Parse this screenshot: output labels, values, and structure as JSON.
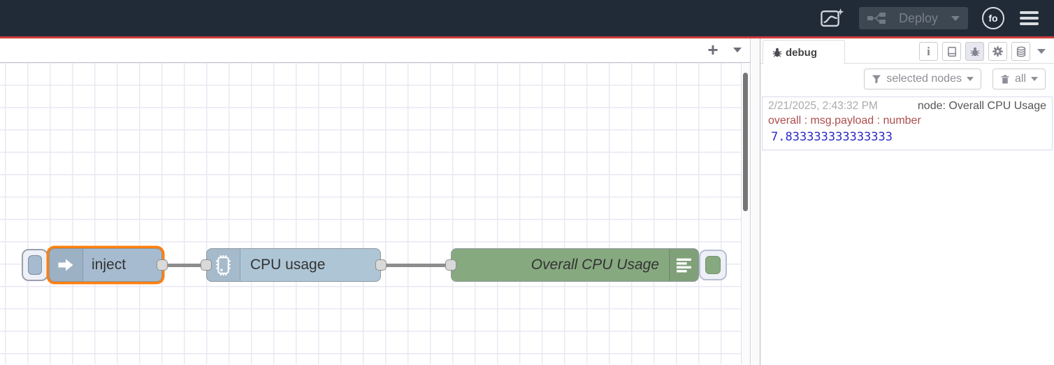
{
  "header": {
    "deploy_label": "Deploy",
    "avatar_label": "fo"
  },
  "workspace": {
    "add_flow_glyph": "+",
    "nodes": [
      {
        "type": "inject",
        "label": "inject",
        "selected": true
      },
      {
        "type": "cpu",
        "label": "CPU usage"
      },
      {
        "type": "debug",
        "label": "Overall CPU Usage"
      }
    ]
  },
  "sidebar": {
    "tab_label": "debug",
    "info_glyph": "i",
    "filter_label": "selected nodes",
    "clear_label": "all",
    "messages": [
      {
        "timestamp": "2/21/2025, 2:43:32 PM",
        "source": "node: Overall CPU Usage",
        "property": "overall : msg.payload : number",
        "value": "7.833333333333333"
      }
    ]
  },
  "colors": {
    "header_bg": "#212b38",
    "accent_red": "#d03c3c",
    "inject_node": "#a6bbcf",
    "cpu_node": "#aec5d5",
    "debug_node": "#87a980",
    "selection_orange": "#ff7f0e",
    "property_red": "#ad4e4e",
    "value_blue": "#2a2ac8"
  }
}
